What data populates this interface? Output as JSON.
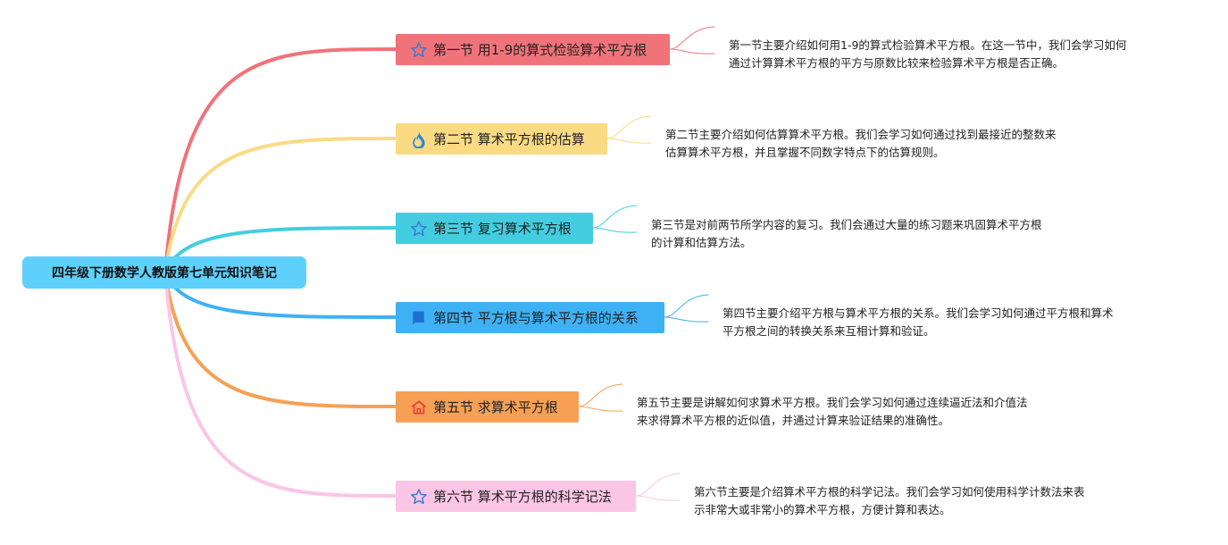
{
  "root": {
    "title": "四年级下册数学人教版第七单元知识笔记",
    "color": "#5fd0fb"
  },
  "sections": [
    {
      "title": "第一节 用1-9的算式检验算术平方根",
      "icon": "star-icon",
      "color": "#f0737a",
      "note": [
        "第一节主要介绍如何用1-9的算式检验算术平方根。在这一节中，我们会学习如何",
        "通过计算算术平方根的平方与原数比较来检验算术平方根是否正确。"
      ]
    },
    {
      "title": "第二节 算术平方根的估算",
      "icon": "fire-icon",
      "color": "#fadb84",
      "note": [
        "第二节主要介绍如何估算算术平方根。我们会学习如何通过找到最接近的整数来",
        "估算算术平方根，并且掌握不同数字特点下的估算规则。"
      ]
    },
    {
      "title": "第三节 复习算术平方根",
      "icon": "star-icon",
      "color": "#44cde0",
      "note": [
        "第三节是对前两节所学内容的复习。我们会通过大量的练习题来巩固算术平方根",
        "的计算和估算方法。"
      ]
    },
    {
      "title": "第四节 平方根与算术平方根的关系",
      "icon": "flag-icon",
      "color": "#3eb1f5",
      "note": [
        "第四节主要介绍平方根与算术平方根的关系。我们会学习如何通过平方根和算术",
        "平方根之间的转换关系来互相计算和验证。"
      ]
    },
    {
      "title": "第五节 求算术平方根",
      "icon": "home-icon",
      "color": "#f6a055",
      "note": [
        "第五节主要是讲解如何求算术平方根。我们会学习如何通过连续逼近法和介值法",
        "来求得算术平方根的近似值，并通过计算来验证结果的准确性。"
      ]
    },
    {
      "title": "第六节 算术平方根的科学记法",
      "icon": "star-icon",
      "color": "#fbc5e6",
      "note": [
        "第六节主要是介绍算术平方根的科学记法。我们会学习如何使用科学计数法来表",
        "示非常大或非常小的算术平方根，方便计算和表达。"
      ]
    }
  ]
}
